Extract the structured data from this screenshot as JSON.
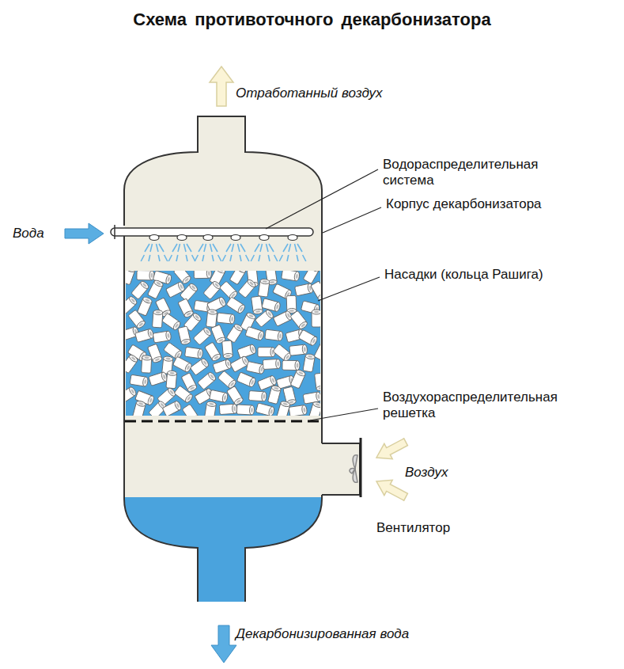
{
  "diagram": {
    "title": "Схема противоточного декарбонизатора",
    "labels": [
      "Отработанный воздух",
      "Водораспределительная система",
      "Корпус декарбонизатора",
      "Вода",
      "Насадки (кольца Рашига)",
      "Воздухораспределительная решетка",
      "Воздух",
      "Вентилятор",
      "Декарбонизированная вода"
    ]
  }
}
